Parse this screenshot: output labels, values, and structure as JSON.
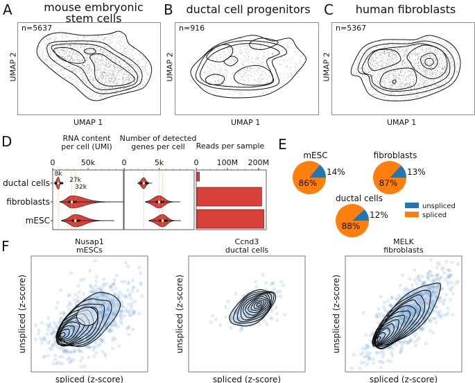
{
  "panels": {
    "A": {
      "letter": "A",
      "title_line1": "mouse embryonic",
      "title_line2": "stem cells",
      "n_label": "n=5637",
      "xlabel": "UMAP 1",
      "ylabel": "UMAP 2"
    },
    "B": {
      "letter": "B",
      "title": "ductal cell progenitors",
      "n_label": "n=916",
      "xlabel": "UMAP 1",
      "ylabel": "UMAP 2"
    },
    "C": {
      "letter": "C",
      "title": "human fibroblasts",
      "n_label": "n=5367",
      "xlabel": "UMAP 1",
      "ylabel": "UMAP 2"
    },
    "D": {
      "letter": "D"
    },
    "E": {
      "letter": "E"
    },
    "F": {
      "letter": "F"
    }
  },
  "chart_data": [
    {
      "type": "scatter",
      "panel": "A",
      "title": "mouse embryonic stem cells",
      "annotation": "n=5637",
      "xlabel": "UMAP 1",
      "ylabel": "UMAP 2",
      "n_cells": 5637,
      "grid": false
    },
    {
      "type": "scatter",
      "panel": "B",
      "title": "ductal cell progenitors",
      "annotation": "n=916",
      "xlabel": "UMAP 1",
      "ylabel": "UMAP 2",
      "n_cells": 916,
      "grid": false
    },
    {
      "type": "scatter",
      "panel": "C",
      "title": "human fibroblasts",
      "annotation": "n=5367",
      "xlabel": "UMAP 1",
      "ylabel": "UMAP 2",
      "n_cells": 5367,
      "grid": false
    },
    {
      "type": "violin",
      "panel": "D1",
      "title": "RNA content per cell (UMI)",
      "title_line1": "RNA content",
      "title_line2": "per cell (UMI)",
      "categories": [
        "ductal cells",
        "fibroblasts",
        "mESC"
      ],
      "medians": [
        8000,
        27000,
        32000
      ],
      "median_labels": [
        "8k",
        "27k",
        "32k"
      ],
      "xticks": [
        "0",
        "50k"
      ],
      "xlim": [
        0,
        100000
      ],
      "color": "#d9403a"
    },
    {
      "type": "violin",
      "panel": "D2",
      "title": "Number of detected genes per cell",
      "title_line1": "Number of detected",
      "title_line2": "genes per cell",
      "categories": [
        "ductal cells",
        "fibroblasts",
        "mESC"
      ],
      "medians": [
        2800,
        5000,
        5500
      ],
      "xticks": [
        "0",
        "5k"
      ],
      "xlim": [
        0,
        10000
      ],
      "color": "#d9403a"
    },
    {
      "type": "bar",
      "panel": "D3",
      "title": "Reads per sample",
      "orientation": "horizontal",
      "categories": [
        "ductal cells",
        "fibroblasts",
        "mESC"
      ],
      "values": [
        8000000,
        208000000,
        215000000
      ],
      "xticks": [
        "0",
        "100M",
        "200M"
      ],
      "xlim": [
        0,
        225000000
      ],
      "color": "#d9403a"
    },
    {
      "type": "pie",
      "panel": "E",
      "legend": [
        {
          "label": "unspliced",
          "color": "#1f77b4"
        },
        {
          "label": "spliced",
          "color": "#ff7f0e"
        }
      ],
      "legend_position": "right",
      "pies": [
        {
          "title": "mESC",
          "unspliced": 14,
          "spliced": 86,
          "labels": [
            "14%",
            "86%"
          ]
        },
        {
          "title": "fibroblasts",
          "unspliced": 13,
          "spliced": 87,
          "labels": [
            "13%",
            "87%"
          ]
        },
        {
          "title": "ductal cells",
          "unspliced": 12,
          "spliced": 88,
          "labels": [
            "12%",
            "88%"
          ]
        }
      ]
    },
    {
      "type": "scatter",
      "panel": "F",
      "subplots": [
        {
          "gene": "Nusap1",
          "cells": "mESCs",
          "xlabel": "spliced (z-score)",
          "ylabel": "unspliced (z-score)"
        },
        {
          "gene": "Ccnd3",
          "cells": "ductal cells",
          "xlabel": "spliced (z-score)",
          "ylabel": "unspliced (z-score)"
        },
        {
          "gene": "MELK",
          "cells": "fibroblasts",
          "xlabel": "spliced (z-score)",
          "ylabel": "unspliced (z-score)"
        }
      ],
      "point_color": "#7aa9d6",
      "contour_color": "#000000"
    }
  ]
}
